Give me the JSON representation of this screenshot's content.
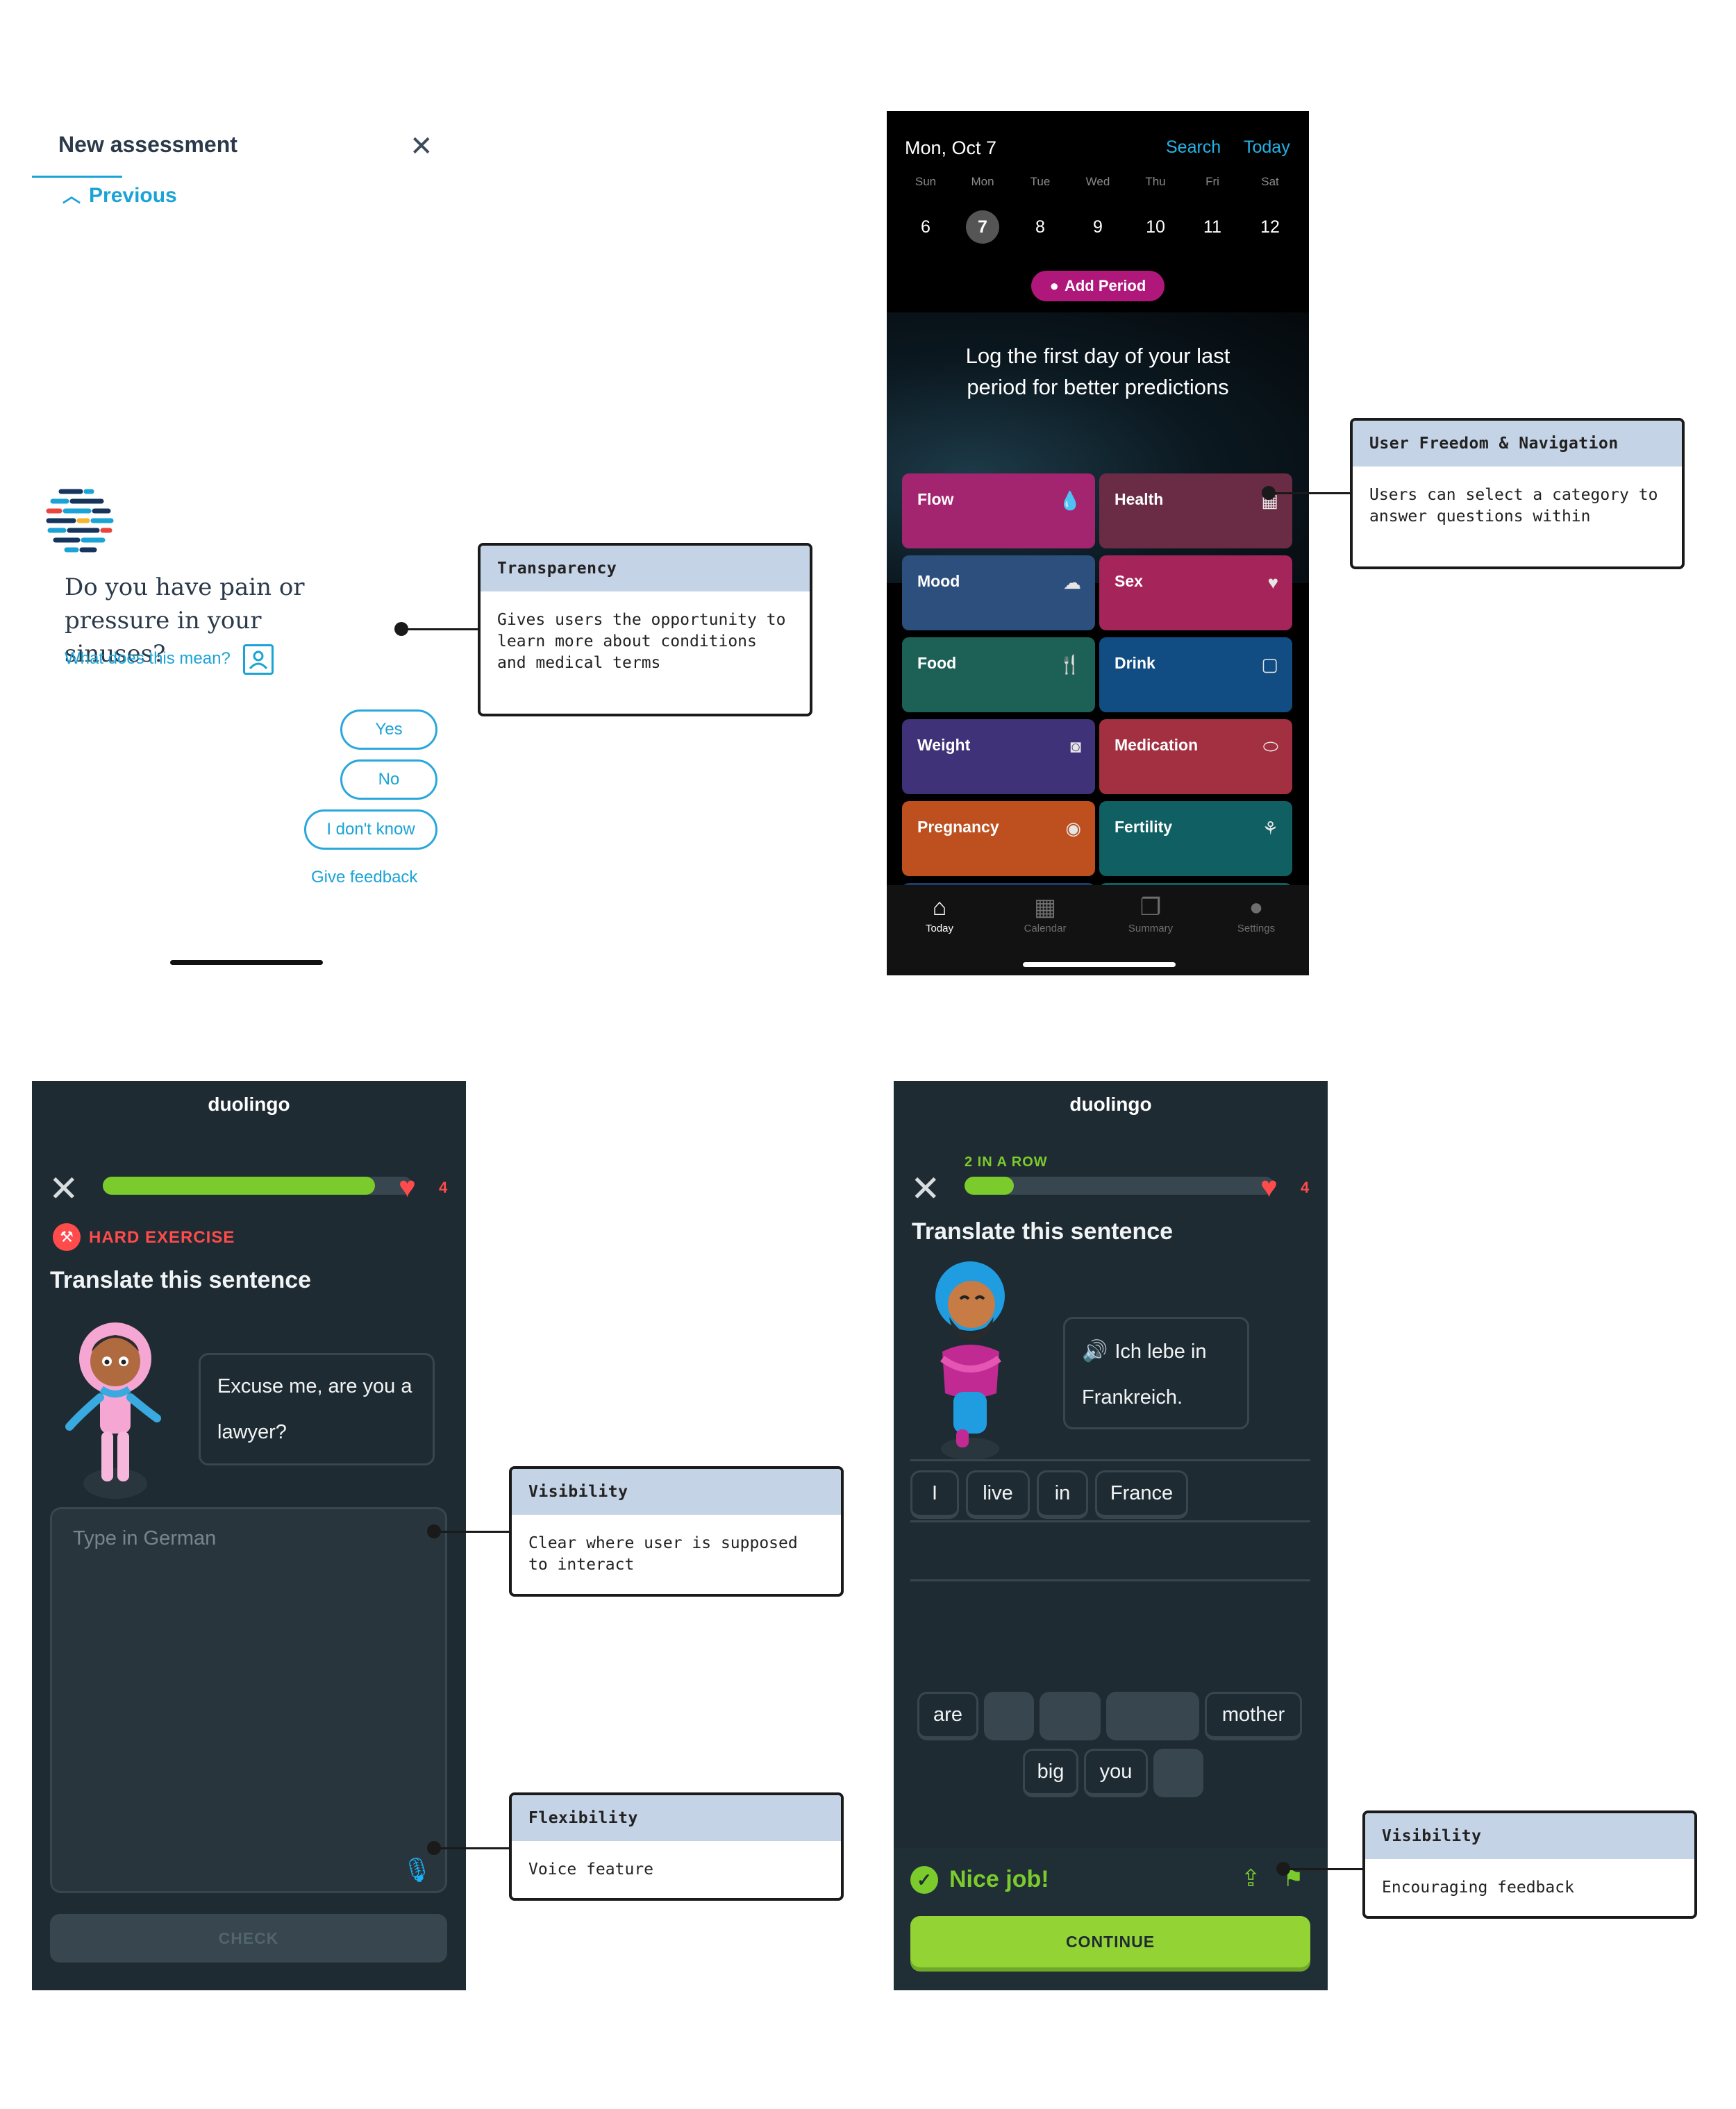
{
  "assessment": {
    "title": "New assessment",
    "previous": "Previous",
    "question": "Do you have pain or pressure in your sinuses?",
    "meaning_link": "What does this mean?",
    "answers": [
      "Yes",
      "No",
      "I don't know"
    ],
    "feedback": "Give feedback"
  },
  "tracker": {
    "date": "Mon, Oct 7",
    "search": "Search",
    "today": "Today",
    "weekdays": [
      "Sun",
      "Mon",
      "Tue",
      "Wed",
      "Thu",
      "Fri",
      "Sat"
    ],
    "days": [
      "6",
      "7",
      "8",
      "9",
      "10",
      "11",
      "12"
    ],
    "add_period": "Add Period",
    "prompt": "Log the first day of your last period for better predictions",
    "categories": [
      {
        "label": "Flow",
        "icon": "droplet-icon",
        "color": "#a3246f"
      },
      {
        "label": "Health",
        "icon": "clipboard-icon",
        "color": "#6a2b45"
      },
      {
        "label": "Mood",
        "icon": "cloud-sun-icon",
        "color": "#2d4f7d"
      },
      {
        "label": "Sex",
        "icon": "heart-icon",
        "color": "#a5245a"
      },
      {
        "label": "Food",
        "icon": "fork-knife-icon",
        "color": "#1c6056"
      },
      {
        "label": "Drink",
        "icon": "bottle-icon",
        "color": "#114d82"
      },
      {
        "label": "Weight",
        "icon": "scale-icon",
        "color": "#3f3278"
      },
      {
        "label": "Medication",
        "icon": "pill-icon",
        "color": "#a23041"
      },
      {
        "label": "Pregnancy",
        "icon": "embryo-icon",
        "color": "#bd501e"
      },
      {
        "label": "Fertility",
        "icon": "sprout-icon",
        "color": "#0f5f63"
      }
    ],
    "tabs": [
      "Today",
      "Calendar",
      "Summary",
      "Settings"
    ]
  },
  "duo1": {
    "logo": "duolingo",
    "progress": 0.88,
    "hearts": "4",
    "badge": "HARD EXERCISE",
    "heading": "Translate this sentence",
    "prompt_line1": "Excuse me, are you a",
    "prompt_line2": "lawyer?",
    "placeholder": "Type in German",
    "check": "CHECK"
  },
  "duo2": {
    "logo": "duolingo",
    "streak": "2 IN A ROW",
    "progress": 0.16,
    "hearts": "4",
    "heading": "Translate this sentence",
    "prompt_line1": "Ich lebe in",
    "prompt_line2": "Frankreich.",
    "answer": [
      "I",
      "live",
      "in",
      "France"
    ],
    "bank_row1": [
      "are",
      "",
      "",
      "",
      "mother"
    ],
    "bank_row2": [
      "big",
      "you",
      ""
    ],
    "nice": "Nice job!",
    "continue": "CONTINUE"
  },
  "callouts": {
    "transparency": {
      "title": "Transparency",
      "body": "Gives users the opportunity to\nlearn more about conditions\nand medical terms"
    },
    "freedom": {
      "title": "User Freedom & Navigation",
      "body": "Users can select a category to\nanswer questions within"
    },
    "visibility1": {
      "title": "Visibility",
      "body": "Clear where user is supposed\nto interact"
    },
    "flexibility": {
      "title": "Flexibility",
      "body": "Voice feature"
    },
    "visibility2": {
      "title": "Visibility",
      "body": "Encouraging feedback"
    }
  }
}
